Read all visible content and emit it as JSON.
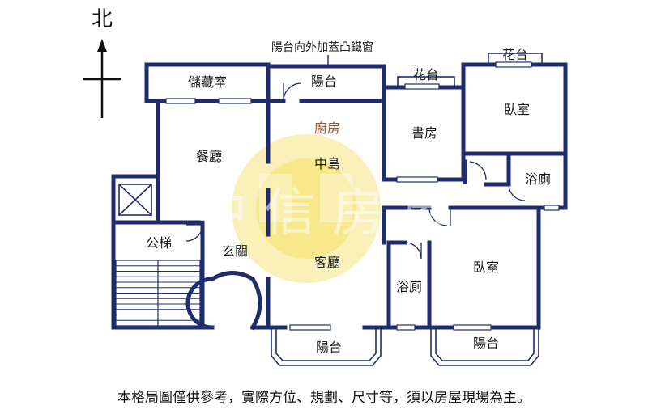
{
  "compass": {
    "label": "北"
  },
  "annotation": {
    "text": "陽台向外加蓋凸鐵窗"
  },
  "rooms": {
    "storage": "儲藏室",
    "balcony_top": "陽台",
    "flower_bed_study": "花台",
    "flower_bed_bedroom": "花台",
    "kitchen": "廚房",
    "island": "中島",
    "study": "書房",
    "bedroom_top": "臥室",
    "bathroom_top": "浴廁",
    "dining": "餐廳",
    "elevator": "公梯",
    "entrance": "玄關",
    "living": "客廳",
    "bathroom_bottom": "浴廁",
    "bedroom_bottom": "臥室",
    "balcony_left": "陽台",
    "balcony_right": "陽台"
  },
  "watermark": {
    "text": "中 信 房 屋",
    "color": "#f2d43a"
  },
  "disclaimer": "本格局圖僅供參考，實際方位、規劃、尺寸等，須以房屋現場為主。",
  "colors": {
    "wall": "#1f2d6b",
    "watermark": "#f2d43a",
    "kitchen_label": "#8b5a3c"
  }
}
